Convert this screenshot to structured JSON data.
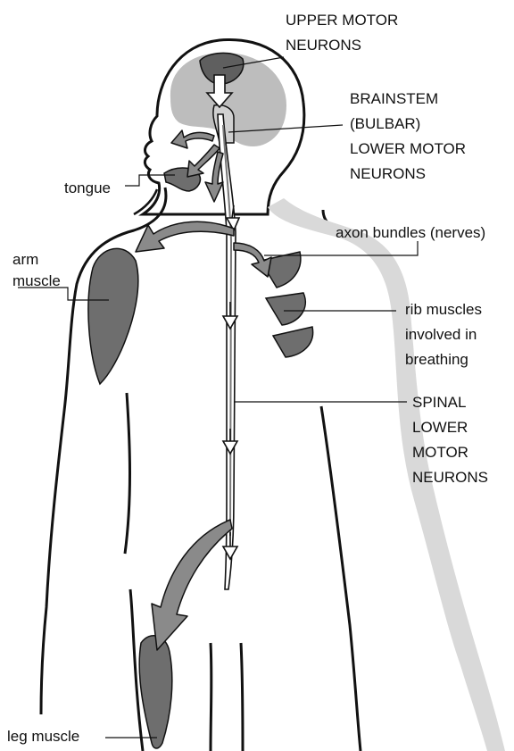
{
  "labels": {
    "upper_motor": [
      "UPPER MOTOR",
      "NEURONS"
    ],
    "brainstem": [
      "BRAINSTEM",
      "(BULBAR)",
      "LOWER MOTOR",
      "NEURONS"
    ],
    "tongue": "tongue",
    "axon_bundles": "axon bundles (nerves)",
    "arm_muscle": [
      "arm",
      "muscle"
    ],
    "rib_muscles": [
      "rib muscles",
      "involved in",
      "breathing"
    ],
    "spinal": [
      "SPINAL",
      "LOWER",
      "MOTOR",
      "NEURONS"
    ],
    "leg_muscle": "leg muscle"
  }
}
